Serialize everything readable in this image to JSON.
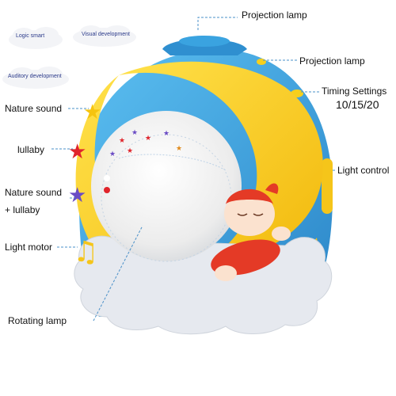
{
  "clouds": {
    "logic": "Logic smart",
    "visual": "Visual development",
    "auditory": "Auditory development"
  },
  "labels": {
    "projection_lamp_top": "Projection lamp",
    "projection_lamp_side": "Projection lamp",
    "timing_settings": "Timing Settings",
    "timing_values": "10/15/20",
    "light_control": "Light control",
    "nature_sound": "Nature sound",
    "lullaby": "lullaby",
    "nature_sound_lullaby_line1": "Nature sound",
    "nature_sound_lullaby_line2": "+ lullaby",
    "light_motor": "Light motor",
    "rotating_lamp": "Rotating lamp"
  },
  "colors": {
    "body_blue": "#3aa3e0",
    "moon_yellow": "#f7cf1c",
    "base_white": "#e9ecf2",
    "dome": "#eeeeee",
    "star_yellow": "#f6c40f",
    "star_red": "#e0242b",
    "star_purple": "#6a4bc4",
    "baby_red": "#e43a26",
    "leader_line": "#4a90c8"
  }
}
